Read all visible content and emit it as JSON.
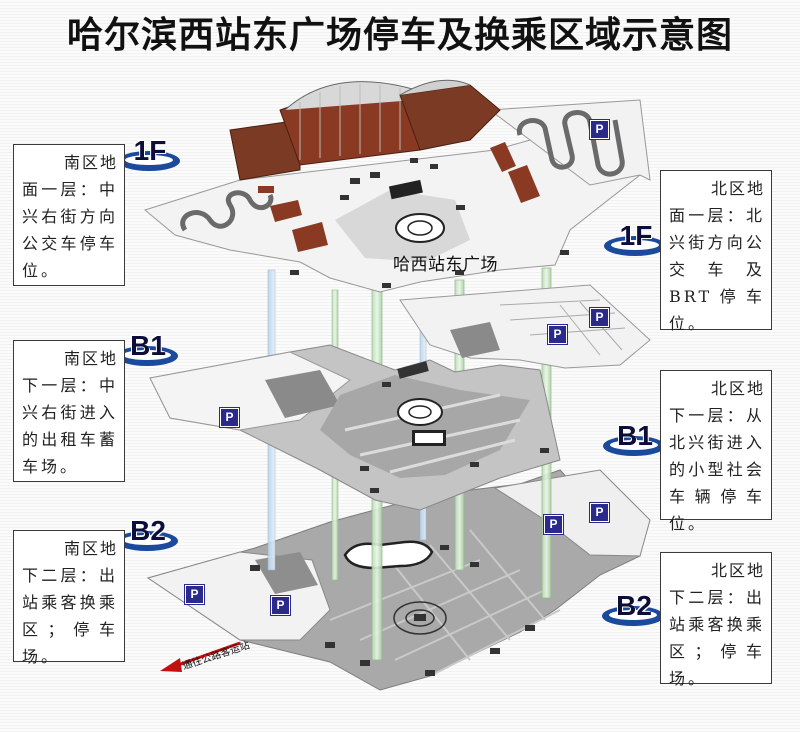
{
  "title": "哈尔滨西站东广场停车及换乘区域示意图",
  "levels": {
    "f1": "1F",
    "b1": "B1",
    "b2": "B2"
  },
  "captions": {
    "south_1f": {
      "head": "南区地",
      "body": "面一层：中兴右街方向公交车停车位。"
    },
    "north_1f": {
      "head": "北区地",
      "body": "面一层：北兴街方向公交车及BRT停车位。"
    },
    "south_b1": {
      "head": "南区地",
      "body": "下一层：中兴右街进入的出租车蓄车场。"
    },
    "north_b1": {
      "head": "北区地",
      "body": "下一层：从北兴街进入的小型社会车辆停车位。"
    },
    "south_b2": {
      "head": "南区地",
      "body": "下二层：出站乘客换乘区；停车场。"
    },
    "north_b2": {
      "head": "北区地",
      "body": "下二层：出站乘客换乘区；停车场。"
    }
  },
  "plaza_label": "哈西站东广场",
  "road_label": "通往公路客运站",
  "parking_symbol": "P",
  "colors": {
    "level_badge": "#1b4a9c",
    "parking_badge": "#2a2a8c",
    "building": "#8a3a22",
    "shaft": "#cfe6c9",
    "floor_b2": "#a8a8a8",
    "arrow": "#c01010"
  }
}
